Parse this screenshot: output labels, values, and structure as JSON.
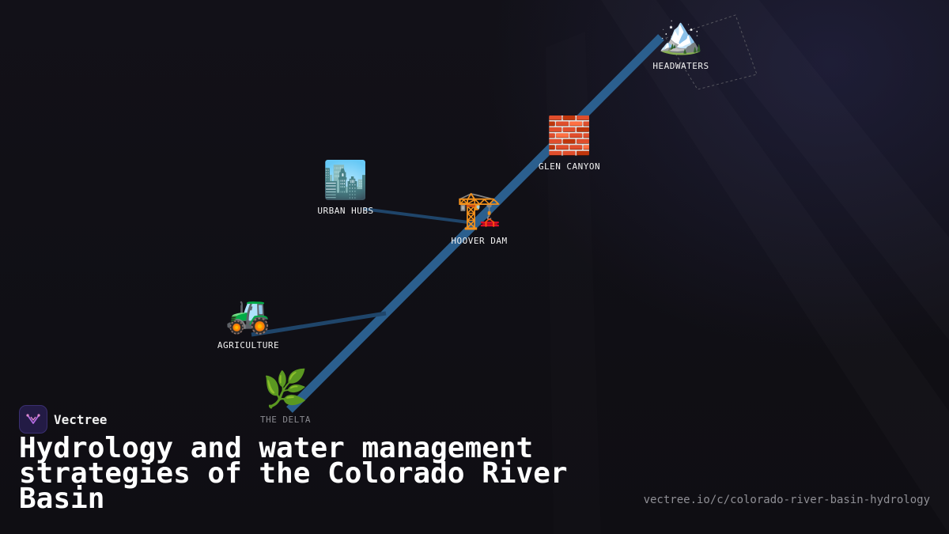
{
  "colors": {
    "river": "#2b5f8e",
    "branch": "#1f456a",
    "background": "#111015",
    "brand_logo": "#231b45",
    "brand_mark": "#b26be0"
  },
  "brand": {
    "name": "Vectree",
    "logo_icon": "vectree-logo-icon"
  },
  "title": "Hydrology and water management strategies of the Colorado River Basin",
  "url": "vectree.io/c/colorado-river-basin-hydrology",
  "diagram": {
    "nodes": [
      {
        "id": "headwaters",
        "label": "HEADWATERS",
        "icon": "mountain-icon",
        "glyph": "🏔️"
      },
      {
        "id": "glen-canyon",
        "label": "GLEN CANYON",
        "icon": "brick-wall-icon",
        "glyph": "🧱"
      },
      {
        "id": "hoover-dam",
        "label": "HOOVER DAM",
        "icon": "construction-crane-icon",
        "glyph": "🏗️"
      },
      {
        "id": "urban-hubs",
        "label": "URBAN HUBS",
        "icon": "cityscape-icon",
        "glyph": "🏙️"
      },
      {
        "id": "agriculture",
        "label": "AGRICULTURE",
        "icon": "tractor-icon",
        "glyph": "🚜"
      },
      {
        "id": "the-delta",
        "label": "THE DELTA",
        "icon": "herb-icon",
        "glyph": "🌿"
      }
    ]
  }
}
